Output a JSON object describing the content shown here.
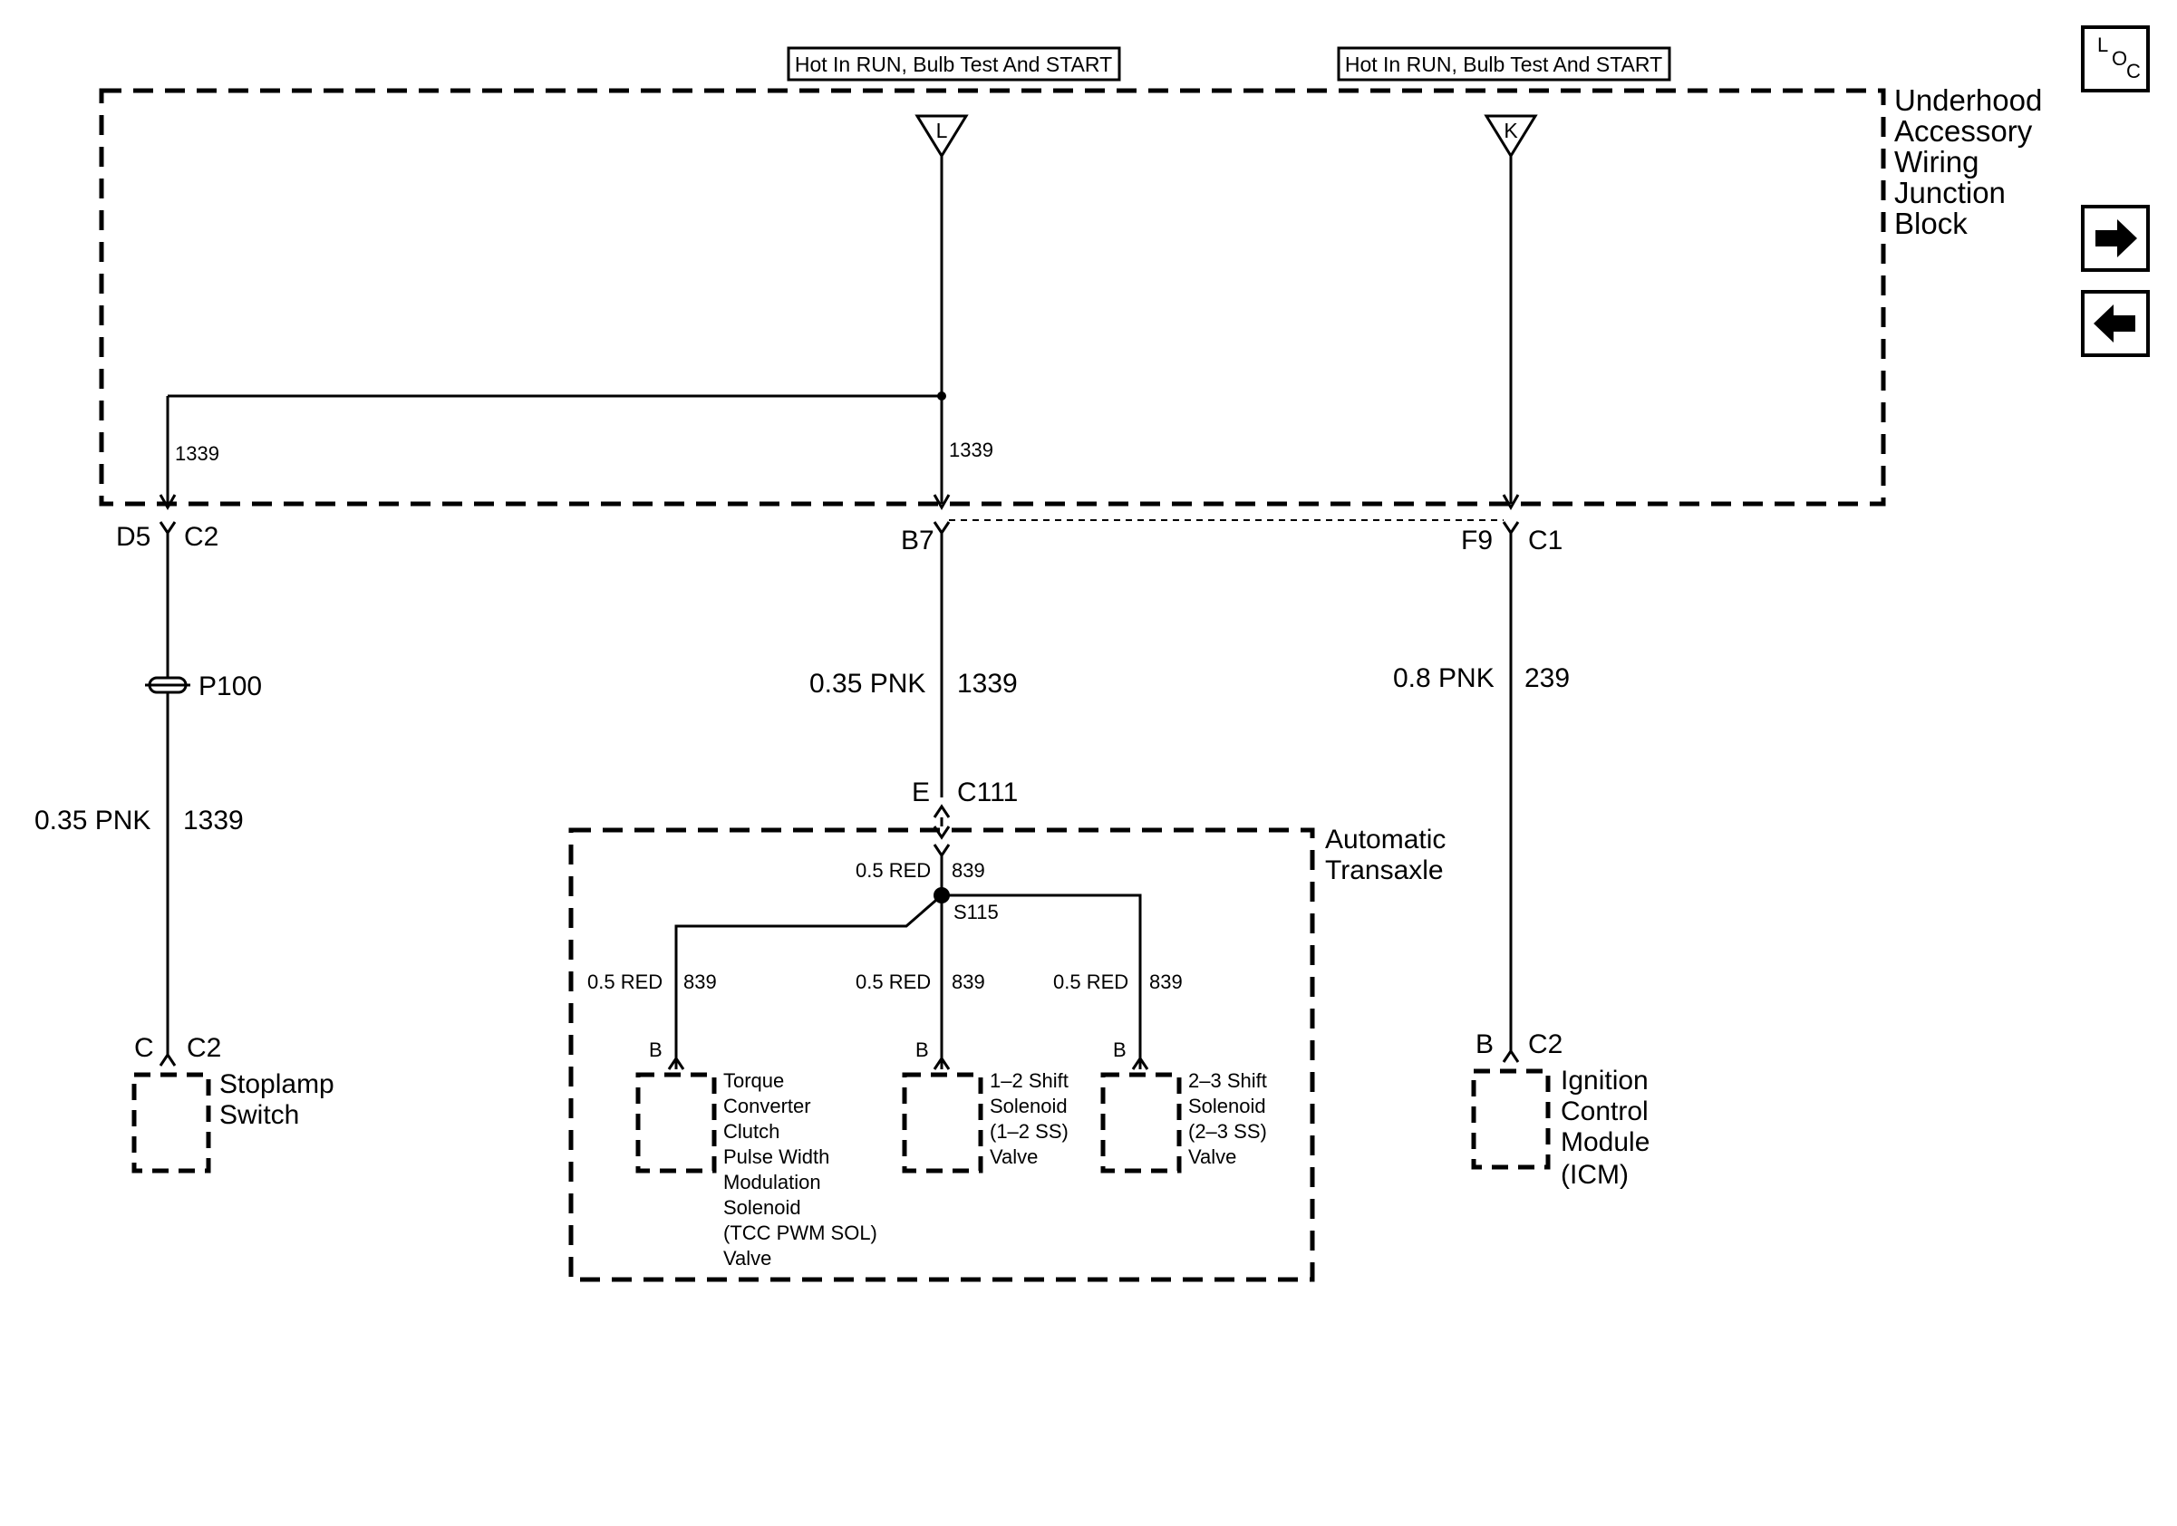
{
  "power": {
    "left_label": "Hot In RUN, Bulb Test And START",
    "right_label": "Hot In RUN, Bulb Test And START",
    "fuse_left": "L",
    "fuse_right": "K"
  },
  "junction_block": {
    "name_lines": [
      "Underhood",
      "Accessory",
      "Wiring",
      "Junction",
      "Block"
    ],
    "circuit_left": "1339",
    "circuit_mid": "1339"
  },
  "connectors": {
    "d5_pin": "D5",
    "d5_conn": "C2",
    "b7_pin": "B7",
    "f9_pin": "F9",
    "f9_conn": "C1",
    "e_pin": "E",
    "e_conn": "C111",
    "stoplamp_pin": "C",
    "stoplamp_conn": "C2",
    "icm_pin": "B",
    "icm_conn": "C2"
  },
  "wires": {
    "left_splice": "P100",
    "left_gauge": "0.35 PNK",
    "left_circuit": "1339",
    "mid_gauge": "0.35 PNK",
    "mid_circuit": "1339",
    "right_gauge": "0.8 PNK",
    "right_circuit": "239",
    "trans_top_gauge": "0.5 RED",
    "trans_top_circuit": "839",
    "splice": "S115",
    "branch1_gauge": "0.5 RED",
    "branch1_circuit": "839",
    "branch2_gauge": "0.5 RED",
    "branch2_circuit": "839",
    "branch3_gauge": "0.5 RED",
    "branch3_circuit": "839"
  },
  "transaxle": {
    "name_lines": [
      "Automatic",
      "Transaxle"
    ],
    "pin1": "B",
    "pin2": "B",
    "pin3": "B",
    "tcc_lines": [
      "Torque",
      "Converter",
      "Clutch",
      "Pulse Width",
      "Modulation",
      "Solenoid",
      "(TCC PWM SOL)",
      "Valve"
    ],
    "ss12_lines": [
      "1–2 Shift",
      "Solenoid",
      "(1–2 SS)",
      "Valve"
    ],
    "ss23_lines": [
      "2–3 Shift",
      "Solenoid",
      "(2–3 SS)",
      "Valve"
    ]
  },
  "components": {
    "stoplamp_lines": [
      "Stoplamp",
      "Switch"
    ],
    "icm_lines": [
      "Ignition",
      "Control",
      "Module",
      "(ICM)"
    ]
  },
  "nav": {
    "loc_main": "L",
    "loc_o": "O",
    "loc_c": "C",
    "forward_icon": "arrow-right-icon",
    "back_icon": "arrow-left-icon"
  }
}
